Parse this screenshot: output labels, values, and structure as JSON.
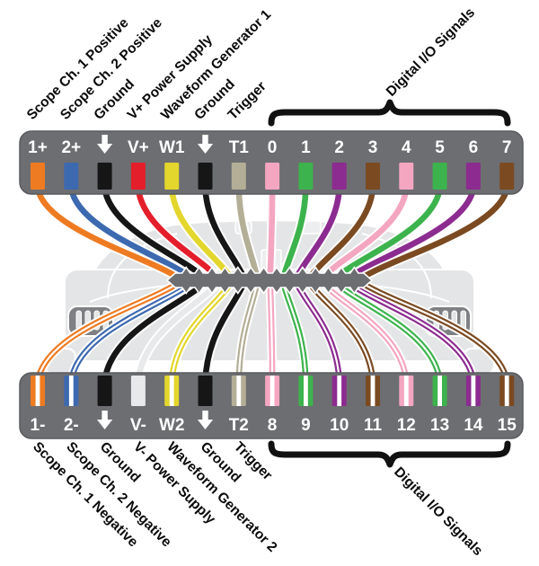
{
  "diagram_title": "",
  "top_row": {
    "group_label": "Digital I/O Signals",
    "pins": [
      {
        "label": "1+",
        "signal": "Scope Ch. 1 Positive",
        "color": "#EE7B22",
        "wire": "solid"
      },
      {
        "label": "2+",
        "signal": "Scope Ch. 2 Positive",
        "color": "#3D69B0",
        "wire": "solid"
      },
      {
        "label": "",
        "signal": "Ground",
        "color": "#161616",
        "wire": "solid",
        "icon": "ground-arrow-down"
      },
      {
        "label": "V+",
        "signal": "V+ Power Supply",
        "color": "#E41E2A",
        "wire": "solid"
      },
      {
        "label": "W1",
        "signal": "Waveform Generator 1",
        "color": "#E3D62C",
        "wire": "solid"
      },
      {
        "label": "",
        "signal": "Ground",
        "color": "#161616",
        "wire": "solid",
        "icon": "ground-arrow-down"
      },
      {
        "label": "T1",
        "signal": "Trigger",
        "color": "#B3AE96",
        "wire": "solid"
      },
      {
        "label": "0",
        "color": "#F4A6C0",
        "wire": "solid",
        "group": "digital-io"
      },
      {
        "label": "1",
        "color": "#3CB34C",
        "wire": "solid",
        "group": "digital-io"
      },
      {
        "label": "2",
        "color": "#8C2B90",
        "wire": "solid",
        "group": "digital-io"
      },
      {
        "label": "3",
        "color": "#7B4A21",
        "wire": "solid",
        "group": "digital-io"
      },
      {
        "label": "4",
        "color": "#F4A6C0",
        "wire": "solid",
        "group": "digital-io"
      },
      {
        "label": "5",
        "color": "#3CB34C",
        "wire": "solid",
        "group": "digital-io"
      },
      {
        "label": "6",
        "color": "#8C2B90",
        "wire": "solid",
        "group": "digital-io"
      },
      {
        "label": "7",
        "color": "#7B4A21",
        "wire": "solid",
        "group": "digital-io"
      }
    ]
  },
  "bottom_row": {
    "group_label": "Digital I/O Signals",
    "pins": [
      {
        "label": "1-",
        "signal": "Scope Ch. 1 Negative",
        "color": "#EE7B22",
        "wire": "striped"
      },
      {
        "label": "2-",
        "signal": "Scope Ch. 2 Negative",
        "color": "#3D69B0",
        "wire": "striped"
      },
      {
        "label": "",
        "signal": "Ground",
        "color": "#161616",
        "wire": "solid",
        "icon": "ground-arrow-down"
      },
      {
        "label": "V-",
        "signal": "V- Power Supply",
        "color": "#E8E9EA",
        "wire": "solid"
      },
      {
        "label": "W2",
        "signal": "Waveform Generator 2",
        "color": "#E3D62C",
        "wire": "striped"
      },
      {
        "label": "",
        "signal": "Ground",
        "color": "#161616",
        "wire": "solid",
        "icon": "ground-arrow-down"
      },
      {
        "label": "T2",
        "signal": "Trigger",
        "color": "#B3AE96",
        "wire": "striped"
      },
      {
        "label": "8",
        "color": "#F4A6C0",
        "wire": "striped",
        "group": "digital-io"
      },
      {
        "label": "9",
        "color": "#3CB34C",
        "wire": "striped",
        "group": "digital-io"
      },
      {
        "label": "10",
        "color": "#8C2B90",
        "wire": "striped",
        "group": "digital-io"
      },
      {
        "label": "11",
        "color": "#7B4A21",
        "wire": "striped",
        "group": "digital-io"
      },
      {
        "label": "12",
        "color": "#F4A6C0",
        "wire": "striped",
        "group": "digital-io"
      },
      {
        "label": "13",
        "color": "#3CB34C",
        "wire": "striped",
        "group": "digital-io"
      },
      {
        "label": "14",
        "color": "#8C2B90",
        "wire": "striped",
        "group": "digital-io"
      },
      {
        "label": "15",
        "color": "#7B4A21",
        "wire": "striped",
        "group": "digital-io"
      }
    ]
  },
  "colors": {
    "connector_gray": "#6D6E71",
    "connector_edge": "#595A5D",
    "silhouette_gray": "#E4E5E6",
    "silhouette_dark": "#7E8083",
    "wire_outline": "#FFFFFF",
    "brace_black": "#111111",
    "pin_text": "#FFFFFF"
  }
}
